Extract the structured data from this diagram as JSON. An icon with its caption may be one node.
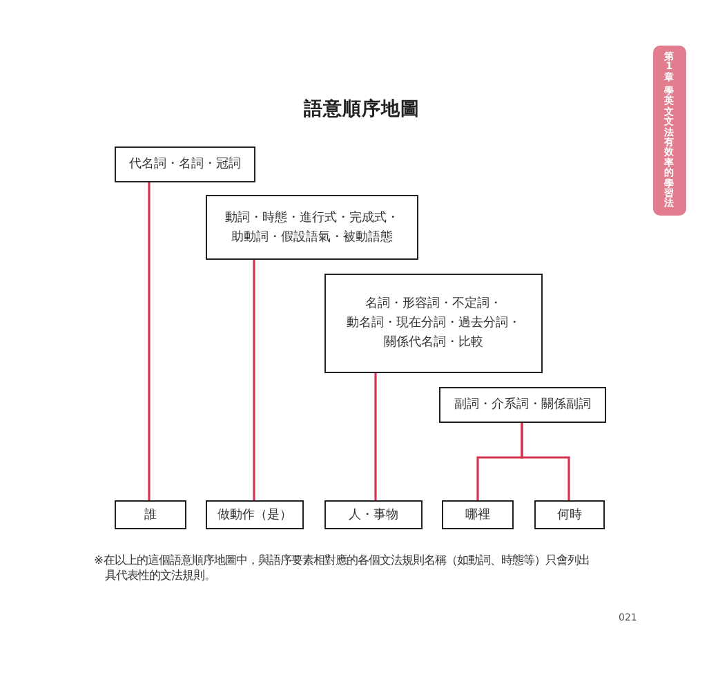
{
  "diagram": {
    "title": "語意順序地圖",
    "caption": "※在以上的這個語意順序地圖中，與語序要素相對應的各個文法規則名稱（如動詞、時態等）只會列出具代表性的文法規則。",
    "nodes": [
      {
        "text": [
          "代名詞・名詞・冠詞"
        ]
      },
      {
        "text": [
          "動詞・時態・進行式・完成式・助動詞・假設語氣・被動語態"
        ]
      },
      {
        "text": [
          "名詞・形容詞・不定詞・動名詞・現在分詞・過去分詞・關係代名詞・比較"
        ]
      },
      {
        "text": [
          "副詞・介系詞・關係副詞"
        ]
      },
      {
        "text": [
          "誰"
        ]
      },
      {
        "text": [
          "做動作（是）"
        ]
      },
      {
        "text": [
          "人・事物"
        ]
      },
      {
        "text": [
          "哪裡"
        ]
      },
      {
        "text": [
          "何時"
        ]
      }
    ],
    "edges": [
      {
        "from": 0,
        "to": 4,
        "arrow": "none"
      },
      {
        "from": 1,
        "to": 5,
        "arrow": "none"
      },
      {
        "from": 2,
        "to": 6,
        "arrow": "none"
      },
      {
        "from": 3,
        "to": 7,
        "arrow": "none"
      },
      {
        "from": 3,
        "to": 8,
        "arrow": "none"
      }
    ],
    "labels": [
      "第1章",
      "學英文文法有效率的學習法",
      "021"
    ]
  }
}
